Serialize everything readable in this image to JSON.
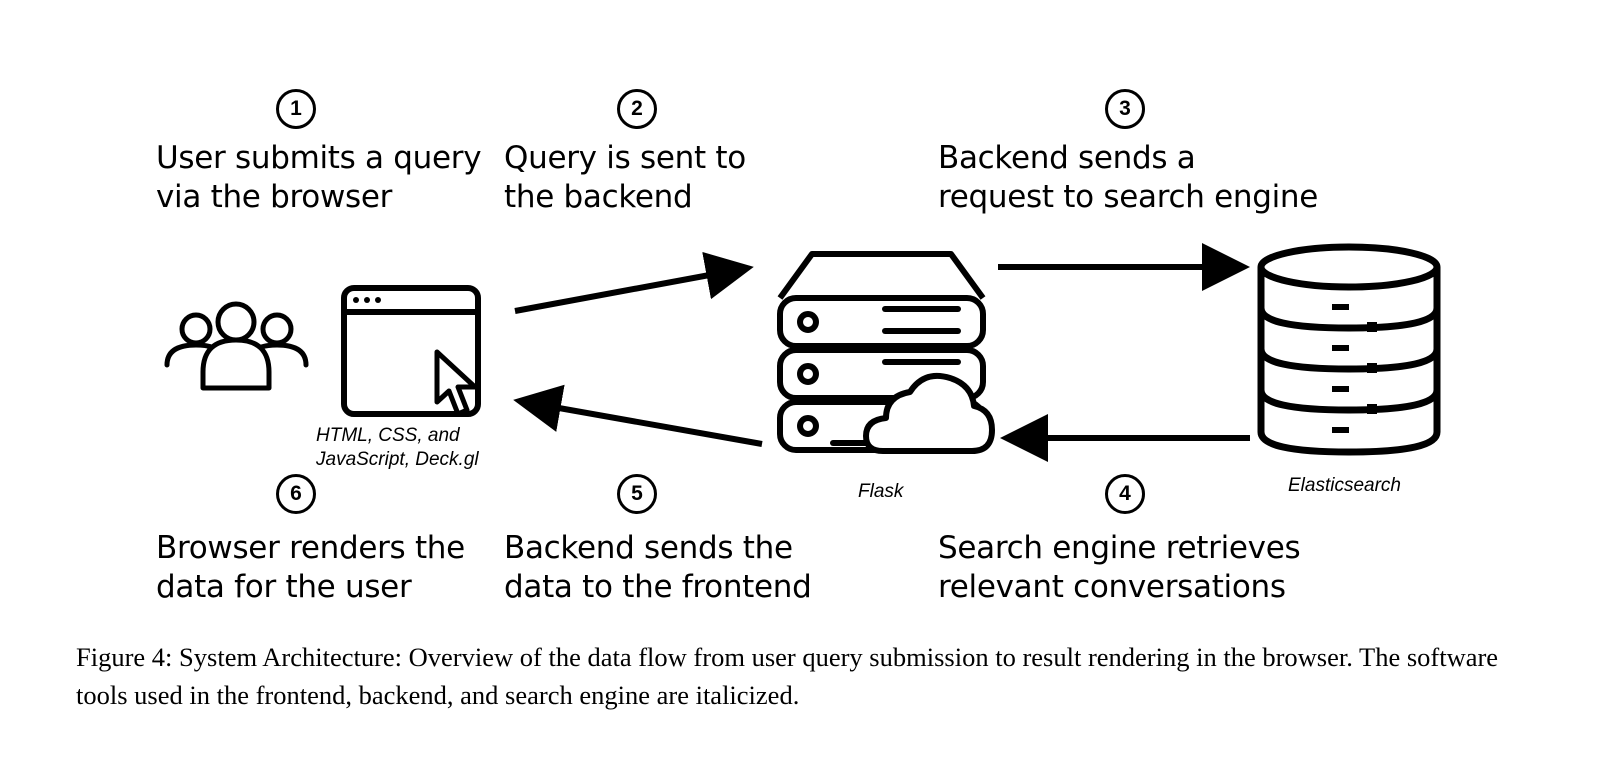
{
  "steps": [
    {
      "number": "1",
      "line1": "User submits a query",
      "line2": "via the browser"
    },
    {
      "number": "2",
      "line1": "Query is sent to",
      "line2": "the backend"
    },
    {
      "number": "3",
      "line1": "Backend sends a",
      "line2": "request to search engine"
    },
    {
      "number": "4",
      "line1": "Search engine retrieves",
      "line2": "relevant conversations"
    },
    {
      "number": "5",
      "line1": "Backend sends the",
      "line2": "data to the frontend"
    },
    {
      "number": "6",
      "line1": "Browser renders the",
      "line2": "data for the user"
    }
  ],
  "tools": {
    "frontend_line1": "HTML, CSS, and",
    "frontend_line2": "JavaScript, Deck.gl",
    "backend": "Flask",
    "search_engine": "Elasticsearch"
  },
  "icons": {
    "users": "users-icon",
    "browser": "browser-window-icon",
    "cursor": "cursor-icon",
    "server": "server-stack-icon",
    "cloud": "cloud-icon",
    "database": "database-icon"
  },
  "caption": "Figure 4: System Architecture: Overview of the data flow from user query submission to result rendering in the browser. The software tools used in the frontend, backend, and search engine are italicized."
}
